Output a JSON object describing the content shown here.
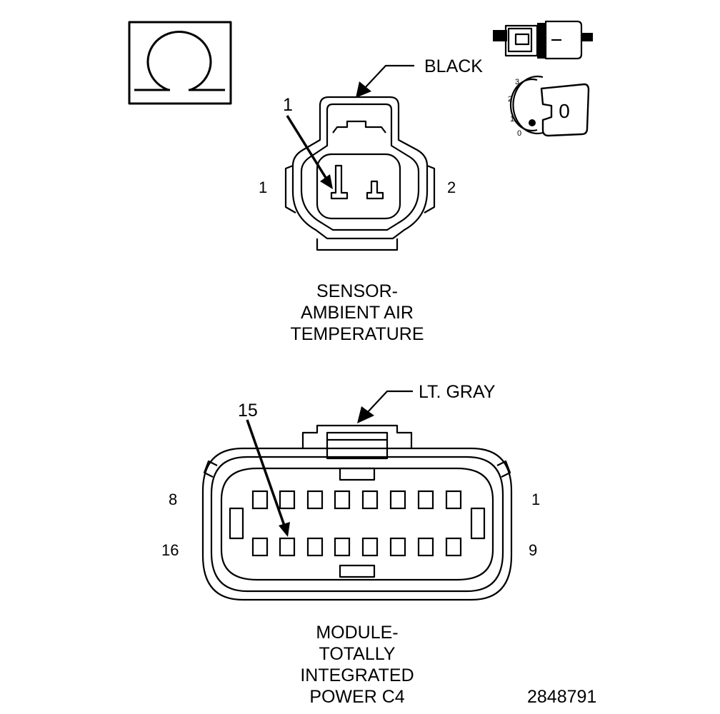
{
  "icons": {
    "ohm": "ohm-symbol-icon",
    "connector_side": "connector-side-view-icon",
    "ignition_key": "ignition-key-icon"
  },
  "ignition": {
    "positions": [
      "3",
      "2",
      "1",
      "0"
    ],
    "key_label": "0"
  },
  "sensor_connector": {
    "color_label": "BLACK",
    "callout_pin": "1",
    "left_pin": "1",
    "right_pin": "2",
    "title_lines": [
      "SENSOR-",
      "AMBIENT AIR",
      "TEMPERATURE"
    ]
  },
  "module_connector": {
    "color_label": "LT. GRAY",
    "callout_pin": "15",
    "top_left_pin": "8",
    "top_right_pin": "1",
    "bottom_left_pin": "16",
    "bottom_right_pin": "9",
    "title_lines": [
      "MODULE-",
      "TOTALLY",
      "INTEGRATED",
      "POWER C4"
    ]
  },
  "figure_number": "2848791"
}
